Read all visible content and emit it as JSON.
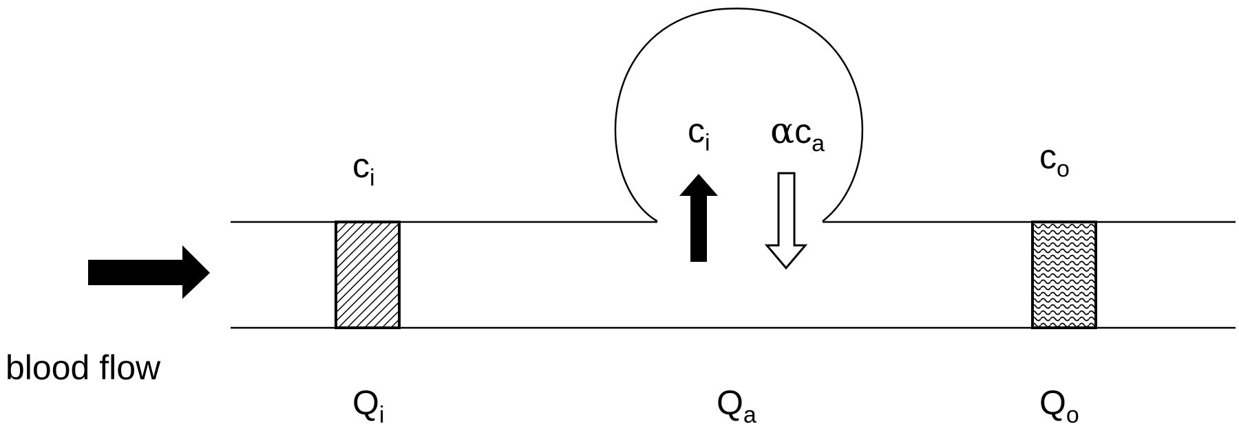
{
  "caption": "blood flow",
  "labels": {
    "inlet_concentration": {
      "base": "c",
      "sub": "i"
    },
    "aneurysm_inflow": {
      "base": "c",
      "sub": "i"
    },
    "aneurysm_outflow": {
      "prefix": "α",
      "base": "c",
      "sub": "a"
    },
    "outlet_concentration": {
      "base": "c",
      "sub": "o"
    },
    "inlet_flow": {
      "base": "Q",
      "sub": "i"
    },
    "aneurysm_flow": {
      "base": "Q",
      "sub": "a"
    },
    "outlet_flow": {
      "base": "Q",
      "sub": "o"
    }
  },
  "icons": {
    "flow_arrow": "right-arrow-filled",
    "up_arrow": "up-arrow-filled",
    "down_arrow": "down-arrow-hollow",
    "inlet_box": "diagonal-hatch-box",
    "outlet_box": "wave-pattern-box"
  },
  "colors": {
    "stroke": "#000000",
    "fill": "#000000",
    "background": "#ffffff"
  }
}
